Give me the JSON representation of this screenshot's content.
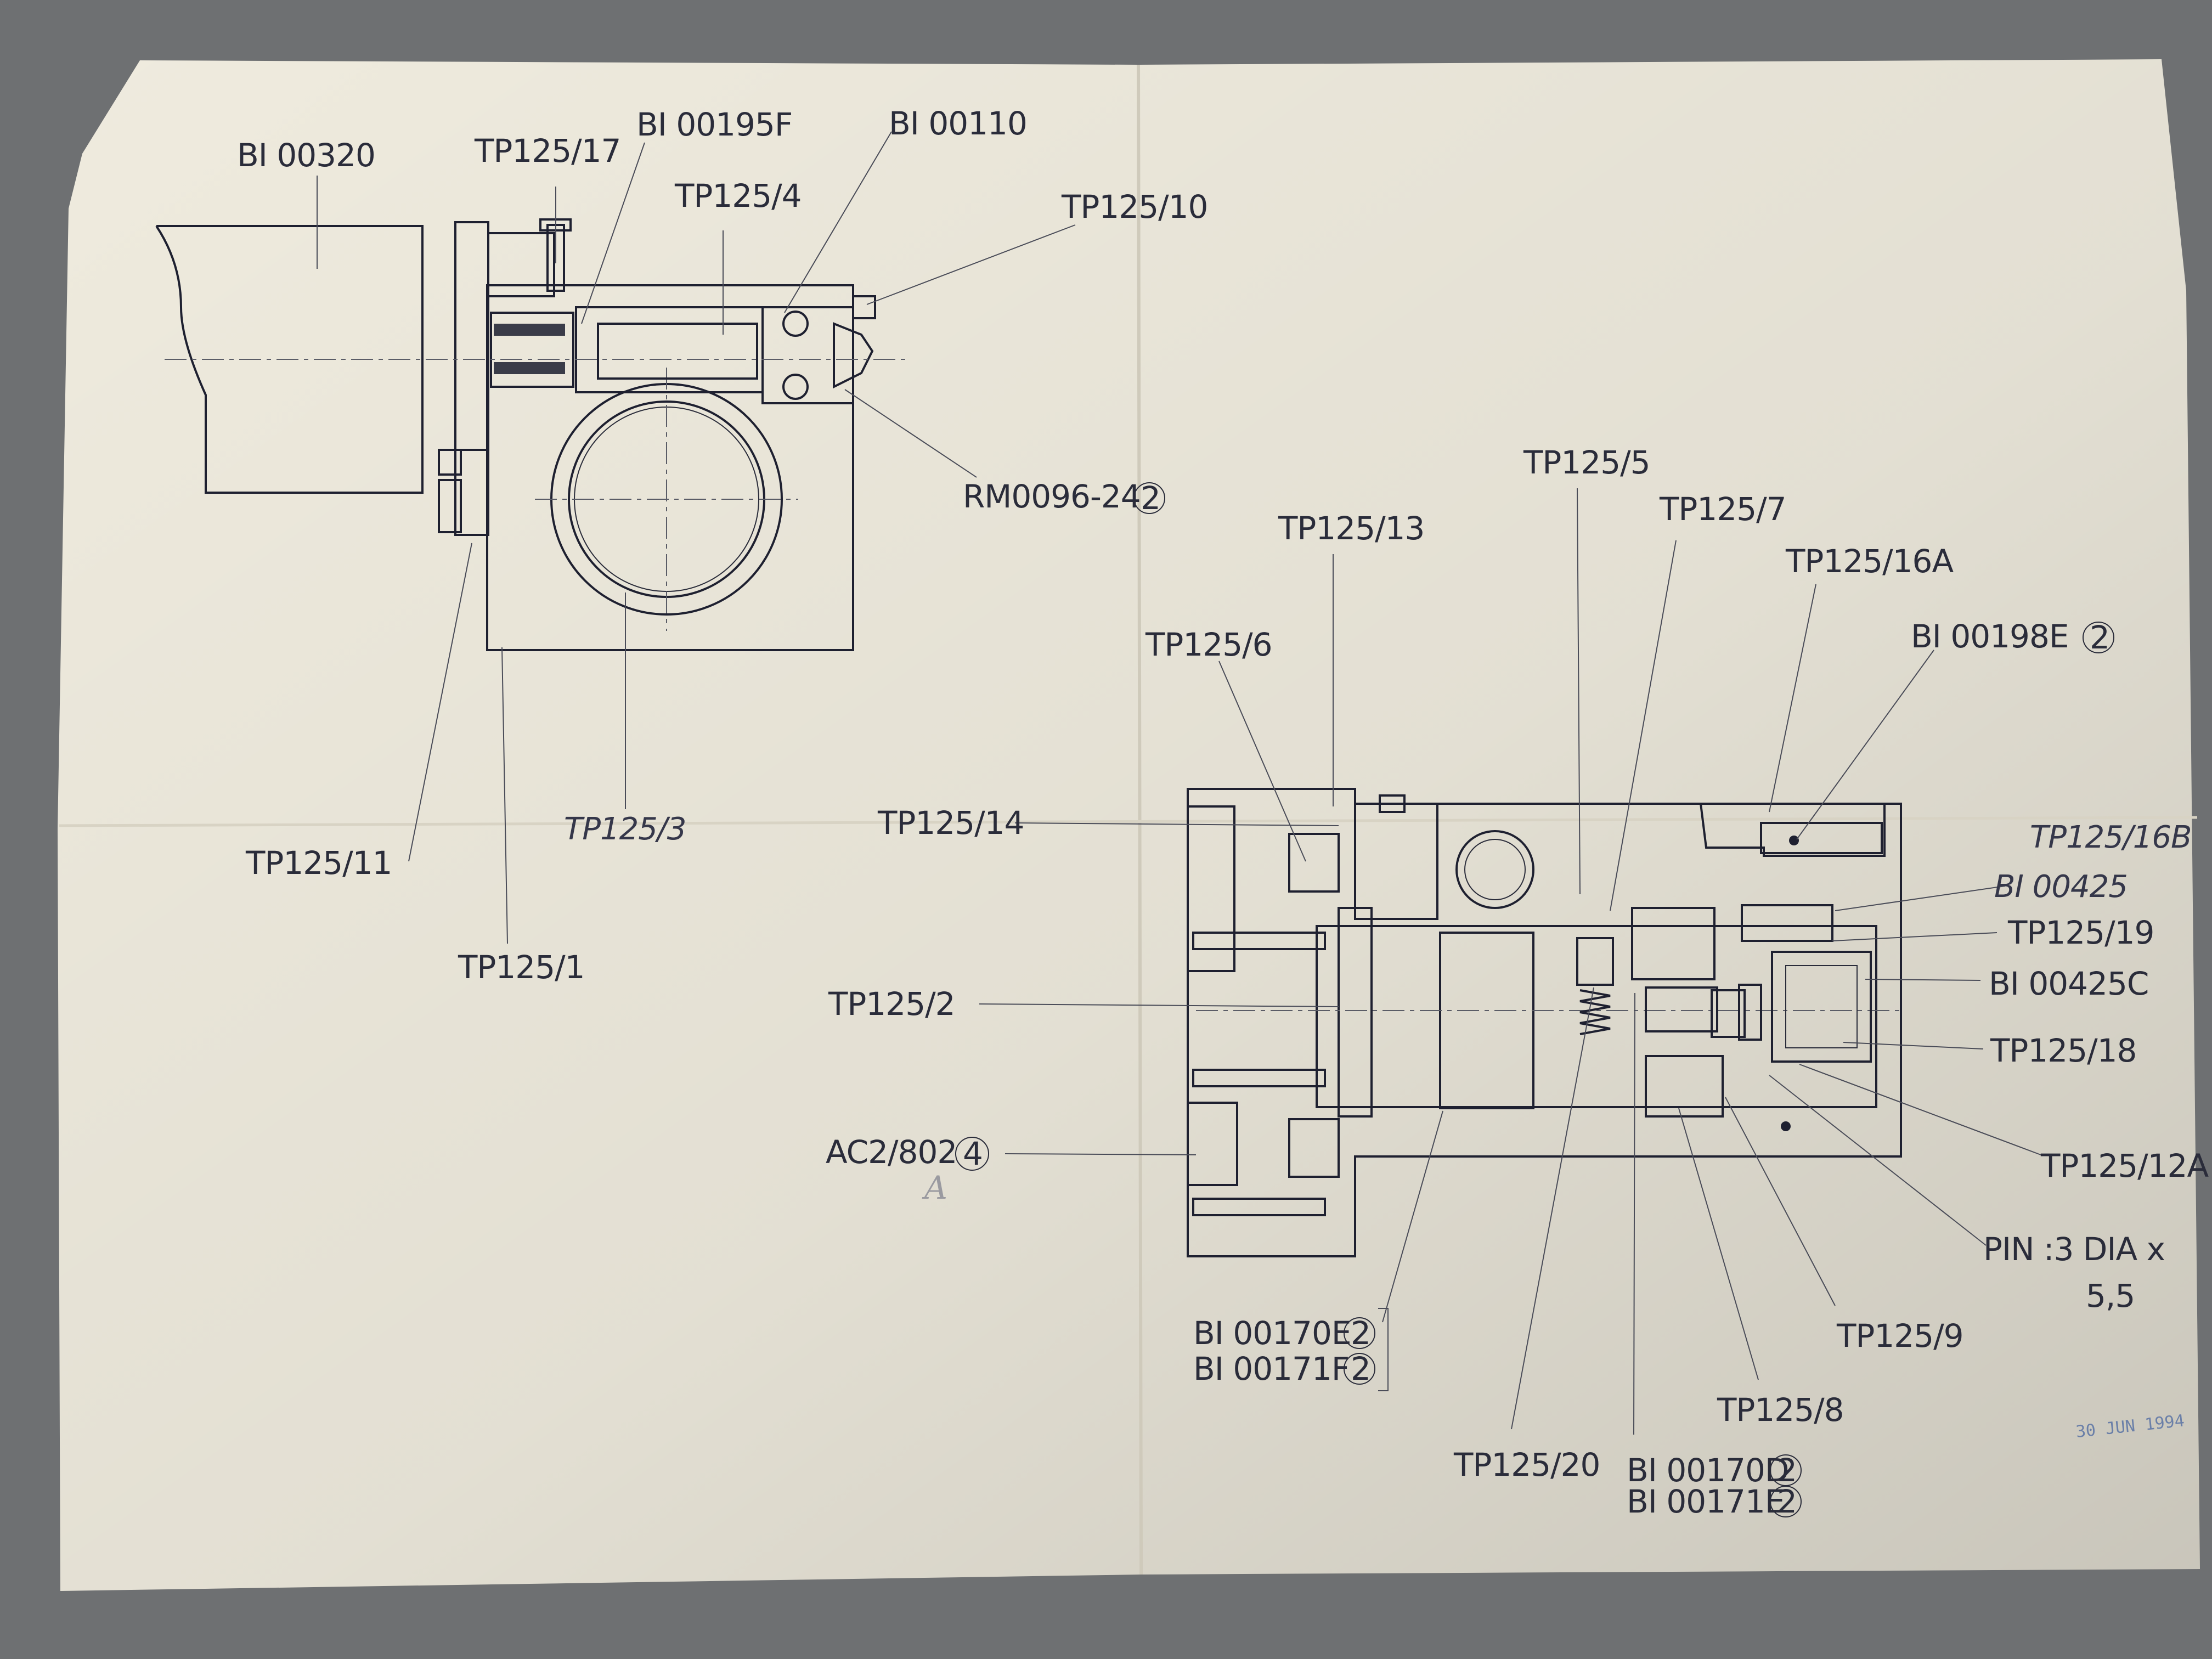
{
  "labels": {
    "bi00320": "BI 00320",
    "tp125_17": "TP125/17",
    "bi00195f": "BI 00195F",
    "bi00110": "BI 00110",
    "tp125_4": "TP125/4",
    "tp125_10": "TP125/10",
    "rm0096": "RM0096-24",
    "rm0096_qty": "2",
    "tp125_11": "TP125/11",
    "tp125_3": "TP125/3",
    "tp125_1": "TP125/1",
    "tp125_5": "TP125/5",
    "tp125_7": "TP125/7",
    "tp125_13": "TP125/13",
    "tp125_16a": "TP125/16A",
    "tp125_6": "TP125/6",
    "bi00198e": "BI 00198E",
    "bi00198e_qty": "2",
    "tp125_14": "TP125/14",
    "tp125_16b": "TP125/16B",
    "bi00425": "BI 00425",
    "tp125_19": "TP125/19",
    "bi00425c": "BI 00425C",
    "tp125_2": "TP125/2",
    "tp125_18": "TP125/18",
    "ac2_802": "AC2/802",
    "ac2_802_qty": "4",
    "handwritten_a": "A",
    "tp125_12a": "TP125/12A",
    "pin_line1": "PIN :3 DIA  x",
    "pin_line2": "5,5",
    "tp125_9": "TP125/9",
    "bi00170e": "BI 00170E",
    "bi00170e_qty": "2",
    "bi00171f": "BI 00171F",
    "bi00171f_qty": "2",
    "tp125_8": "TP125/8",
    "tp125_20": "TP125/20",
    "bi00170d": "BI 00170D",
    "bi00170d_qty": "2",
    "bi00171e": "BI 00171E",
    "bi00171e_qty": "2",
    "stamp_date": "30 JUN 1994"
  },
  "colors": {
    "background": "#6e7072",
    "paper": "#efebde",
    "ink": "#1e2030",
    "stamp": "#6a7fa8"
  }
}
